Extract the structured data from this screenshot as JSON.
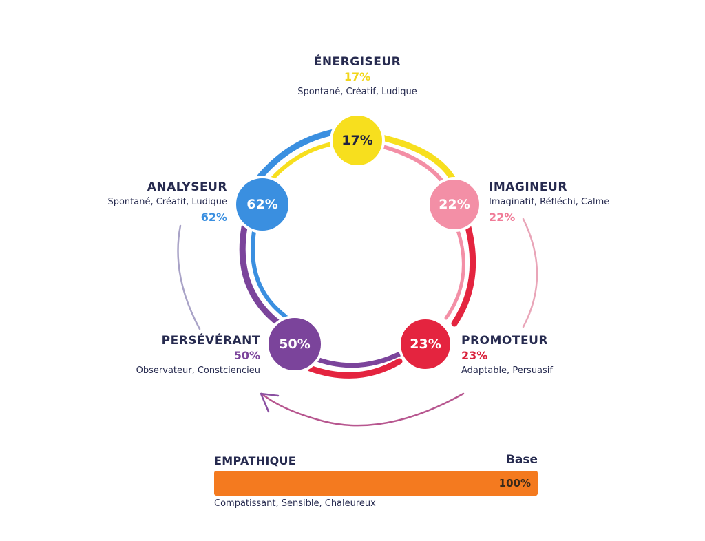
{
  "types": {
    "energiseur": {
      "name": "ÉNERGISEUR",
      "pct": "17%",
      "traits": "Spontané, Créatif, Ludique",
      "color": "#f7df1e",
      "text_color": "#1f2240",
      "value": 17
    },
    "imagineur": {
      "name": "IMAGINEUR",
      "pct": "22%",
      "traits": "Imaginatif, Réfléchi, Calme",
      "color": "#f38fa6",
      "text_color": "#ffffff",
      "value": 22
    },
    "promoteur": {
      "name": "PROMOTEUR",
      "pct": "23%",
      "traits": "Adaptable, Persuasif",
      "color": "#e4243f",
      "text_color": "#ffffff",
      "value": 23
    },
    "perseverant": {
      "name": "PERSÉVÉRANT",
      "pct": "50%",
      "traits": "Observateur, Constciencieu",
      "color": "#7b449b",
      "text_color": "#ffffff",
      "value": 50
    },
    "analyseur": {
      "name": "ANALYSEUR",
      "pct": "62%",
      "traits": "Spontané, Créatif, Ludique",
      "color": "#3a8fe0",
      "text_color": "#ffffff",
      "value": 62
    }
  },
  "base": {
    "name": "EMPATHIQUE",
    "label": "Base",
    "pct": "100%",
    "value": 100,
    "traits": "Compatissant, Sensible, Chaleureux",
    "color": "#f47a1f"
  }
}
